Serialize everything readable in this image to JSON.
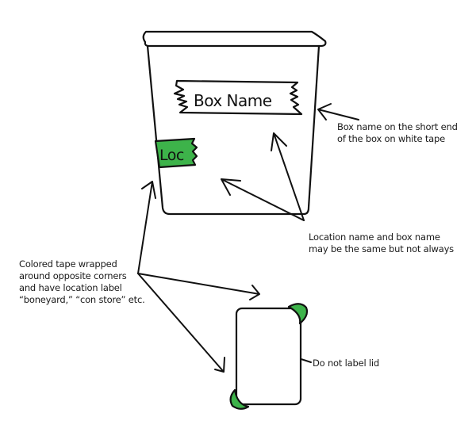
{
  "diagram": {
    "colors": {
      "stroke": "#111111",
      "tape_green": "#3db34a",
      "background": "#ffffff"
    },
    "bin": {
      "box_name_label": "Box Name",
      "location_tag_label": "Loc"
    },
    "annotations": {
      "box_name_note": {
        "lines": [
          "Box name on the short end",
          "of the box on white tape"
        ]
      },
      "location_same_note": {
        "lines": [
          "Location name and box name",
          "may be the same but not always"
        ]
      },
      "colored_tape_note": {
        "lines": [
          "Colored tape wrapped",
          "around opposite corners",
          "and have location label",
          "“boneyard,” “con store” etc."
        ]
      },
      "lid_note": {
        "lines": [
          "Do not label lid"
        ]
      }
    }
  }
}
